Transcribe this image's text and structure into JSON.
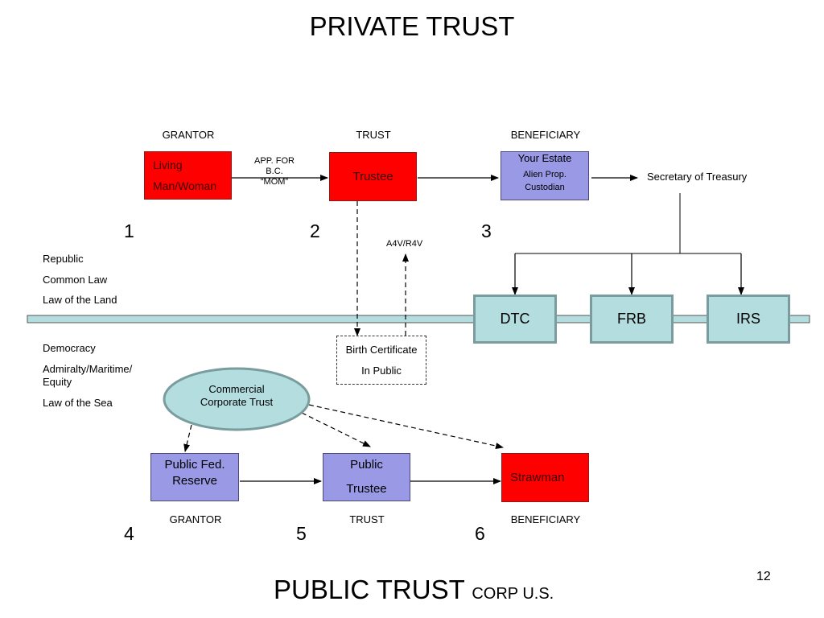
{
  "slide": {
    "title": "PRIVATE TRUST",
    "bottom_title_main": "PUBLIC TRUST",
    "bottom_title_sub": "CORP U.S.",
    "page_number": "12"
  },
  "top_row": {
    "headers": [
      "GRANTOR",
      "TRUST",
      "BENEFICIARY"
    ],
    "grantor_box": [
      "Living",
      "Man/Woman"
    ],
    "arrow_label": [
      "APP. FOR",
      "B.C.",
      "“MOM”"
    ],
    "trustee_box": "Trustee",
    "beneficiary_box": [
      "Your Estate",
      "Alien Prop.",
      "Custodian"
    ],
    "secretary_label": "Secretary of Treasury",
    "numbers": [
      "1",
      "2",
      "3"
    ]
  },
  "upper_side": [
    "Republic",
    "Common Law",
    "Law of the Land"
  ],
  "lower_side": [
    "Democracy",
    "Admiralty/Maritime/",
    "Equity",
    "Law of the Sea"
  ],
  "agencies": [
    "DTC",
    "FRB",
    "IRS"
  ],
  "a4v_label": "A4V/R4V",
  "birth_certificate": [
    "Birth Certificate",
    "In Public"
  ],
  "commercial_trust": [
    "Commercial",
    "Corporate Trust"
  ],
  "bottom_row": {
    "grantor_box": [
      "Public Fed.",
      "Reserve"
    ],
    "trust_box": [
      "Public",
      "Trustee"
    ],
    "beneficiary_box": "Strawman",
    "headers": [
      "GRANTOR",
      "TRUST",
      "BENEFICIARY"
    ],
    "numbers": [
      "4",
      "5",
      "6"
    ]
  },
  "colors": {
    "red_box": "#ff0000",
    "purple_box": "#9999e6",
    "teal_box": "#b4dde0"
  }
}
